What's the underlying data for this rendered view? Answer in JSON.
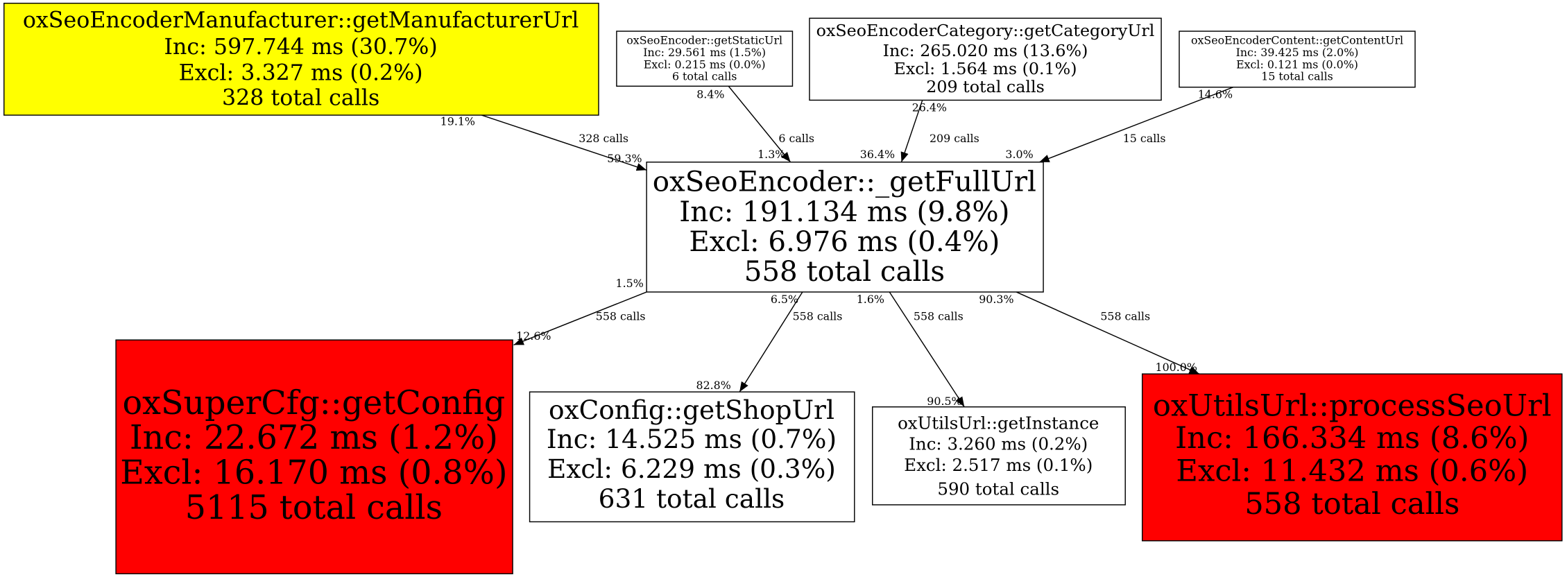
{
  "nodes": {
    "manufacturer": {
      "fill": "#ffff00",
      "lines": [
        "oxSeoEncoderManufacturer::getManufacturerUrl",
        "Inc: 597.744 ms (30.7%)",
        "Excl: 3.327 ms (0.2%)",
        "328 total calls"
      ]
    },
    "static": {
      "fill": "#ffffff",
      "lines": [
        "oxSeoEncoder::getStaticUrl",
        "Inc: 29.561 ms (1.5%)",
        "Excl: 0.215 ms (0.0%)",
        "6 total calls"
      ]
    },
    "category": {
      "fill": "#ffffff",
      "lines": [
        "oxSeoEncoderCategory::getCategoryUrl",
        "Inc: 265.020 ms (13.6%)",
        "Excl: 1.564 ms (0.1%)",
        "209 total calls"
      ]
    },
    "content": {
      "fill": "#ffffff",
      "lines": [
        "oxSeoEncoderContent::getContentUrl",
        "Inc: 39.425 ms (2.0%)",
        "Excl: 0.121 ms (0.0%)",
        "15 total calls"
      ]
    },
    "fullurl": {
      "fill": "#ffffff",
      "lines": [
        "oxSeoEncoder::_getFullUrl",
        "Inc: 191.134 ms (9.8%)",
        "Excl: 6.976 ms (0.4%)",
        "558 total calls"
      ]
    },
    "getconfig": {
      "fill": "#ff0000",
      "lines": [
        "oxSuperCfg::getConfig",
        "Inc: 22.672 ms (1.2%)",
        "Excl: 16.170 ms (0.8%)",
        "5115 total calls"
      ]
    },
    "shopurl": {
      "fill": "#ffffff",
      "lines": [
        "oxConfig::getShopUrl",
        "Inc: 14.525 ms (0.7%)",
        "Excl: 6.229 ms (0.3%)",
        "631 total calls"
      ]
    },
    "instance": {
      "fill": "#ffffff",
      "lines": [
        "oxUtilsUrl::getInstance",
        "Inc: 3.260 ms (0.2%)",
        "Excl: 2.517 ms (0.1%)",
        "590 total calls"
      ]
    },
    "processseo": {
      "fill": "#ff0000",
      "lines": [
        "oxUtilsUrl::processSeoUrl",
        "Inc: 166.334 ms (8.6%)",
        "Excl: 11.432 ms (0.6%)",
        "558 total calls"
      ]
    }
  },
  "edges": [
    {
      "tail": "19.1%",
      "calls": "328 calls",
      "head": "59.3%"
    },
    {
      "tail": "8.4%",
      "calls": "6 calls",
      "head": "1.3%"
    },
    {
      "tail": "26.4%",
      "calls": "209 calls",
      "head": "36.4%"
    },
    {
      "tail": "14.6%",
      "calls": "15 calls",
      "head": "3.0%"
    },
    {
      "tail": "1.5%",
      "calls": "558 calls",
      "head": "12.6%"
    },
    {
      "tail": "6.5%",
      "calls": "558 calls",
      "head": "82.8%"
    },
    {
      "tail": "1.6%",
      "calls": "558 calls",
      "head": "90.5%"
    },
    {
      "tail": "90.3%",
      "calls": "558 calls",
      "head": "100.0%"
    }
  ]
}
